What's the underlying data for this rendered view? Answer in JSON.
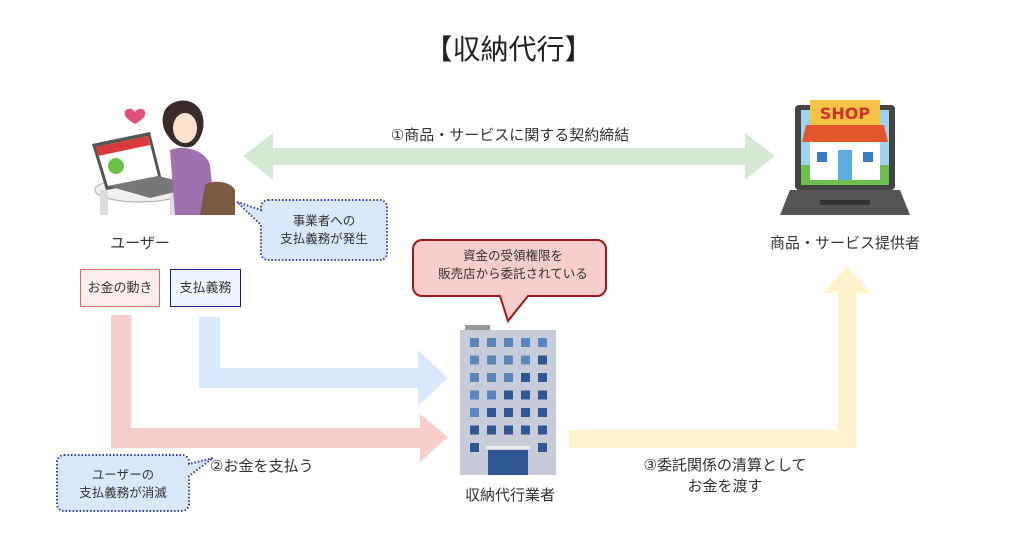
{
  "title": "【収納代行】",
  "actors": {
    "user": {
      "label": "ユーザー",
      "icon": "woman-shopping-laptop-icon"
    },
    "provider": {
      "label": "商品・サービス提供者",
      "icon": "laptop-shop-icon",
      "shop_sign": "SHOP"
    },
    "agent": {
      "label": "収納代行業者",
      "icon": "office-building-icon"
    }
  },
  "legend": {
    "money": {
      "label": "お金の動き",
      "color": "#f4cccc",
      "border": "#e06666"
    },
    "obligation": {
      "label": "支払義務",
      "color": "#dae8fc",
      "border": "#1a1a8c"
    }
  },
  "arrows": {
    "contract": {
      "label": "①商品・サービスに関する契約締結",
      "color": "#d5e8d4"
    },
    "pay": {
      "label": "②お金を支払う",
      "color": "#f8cecc"
    },
    "obligation_flow": {
      "color": "#dae8fc"
    },
    "settle": {
      "line1": "③委託関係の清算として",
      "line2": "お金を渡す",
      "color": "#fff2cc"
    }
  },
  "callouts": {
    "obligation_arises": {
      "line1": "事業者への",
      "line2": "支払義務が発生"
    },
    "obligation_extinguished": {
      "line1": "ユーザーの",
      "line2": "支払義務が消滅"
    },
    "authority": {
      "line1": "資金の受領権限を",
      "line2": "販売店から委託されている"
    }
  }
}
